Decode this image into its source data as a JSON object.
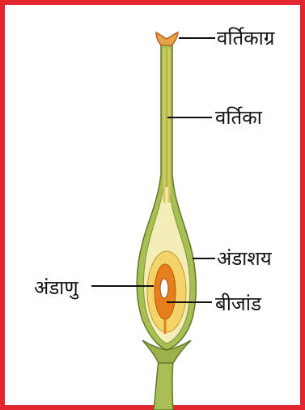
{
  "colors": {
    "border": "#e3262d",
    "stem_green": "#a9be54",
    "stem_outline": "#5f7a25",
    "ovary_fill": "#f3eeb8",
    "inner_yellow": "#f4d36a",
    "ovule_orange": "#e57f1c",
    "leader_line": "#111111"
  },
  "labels": {
    "stigma": "वर्तिकाग्र",
    "style": "वर्तिका",
    "ovary": "अंडाशय",
    "ovule_left": "अंडाणु",
    "ovule_right": "बीजांड"
  }
}
